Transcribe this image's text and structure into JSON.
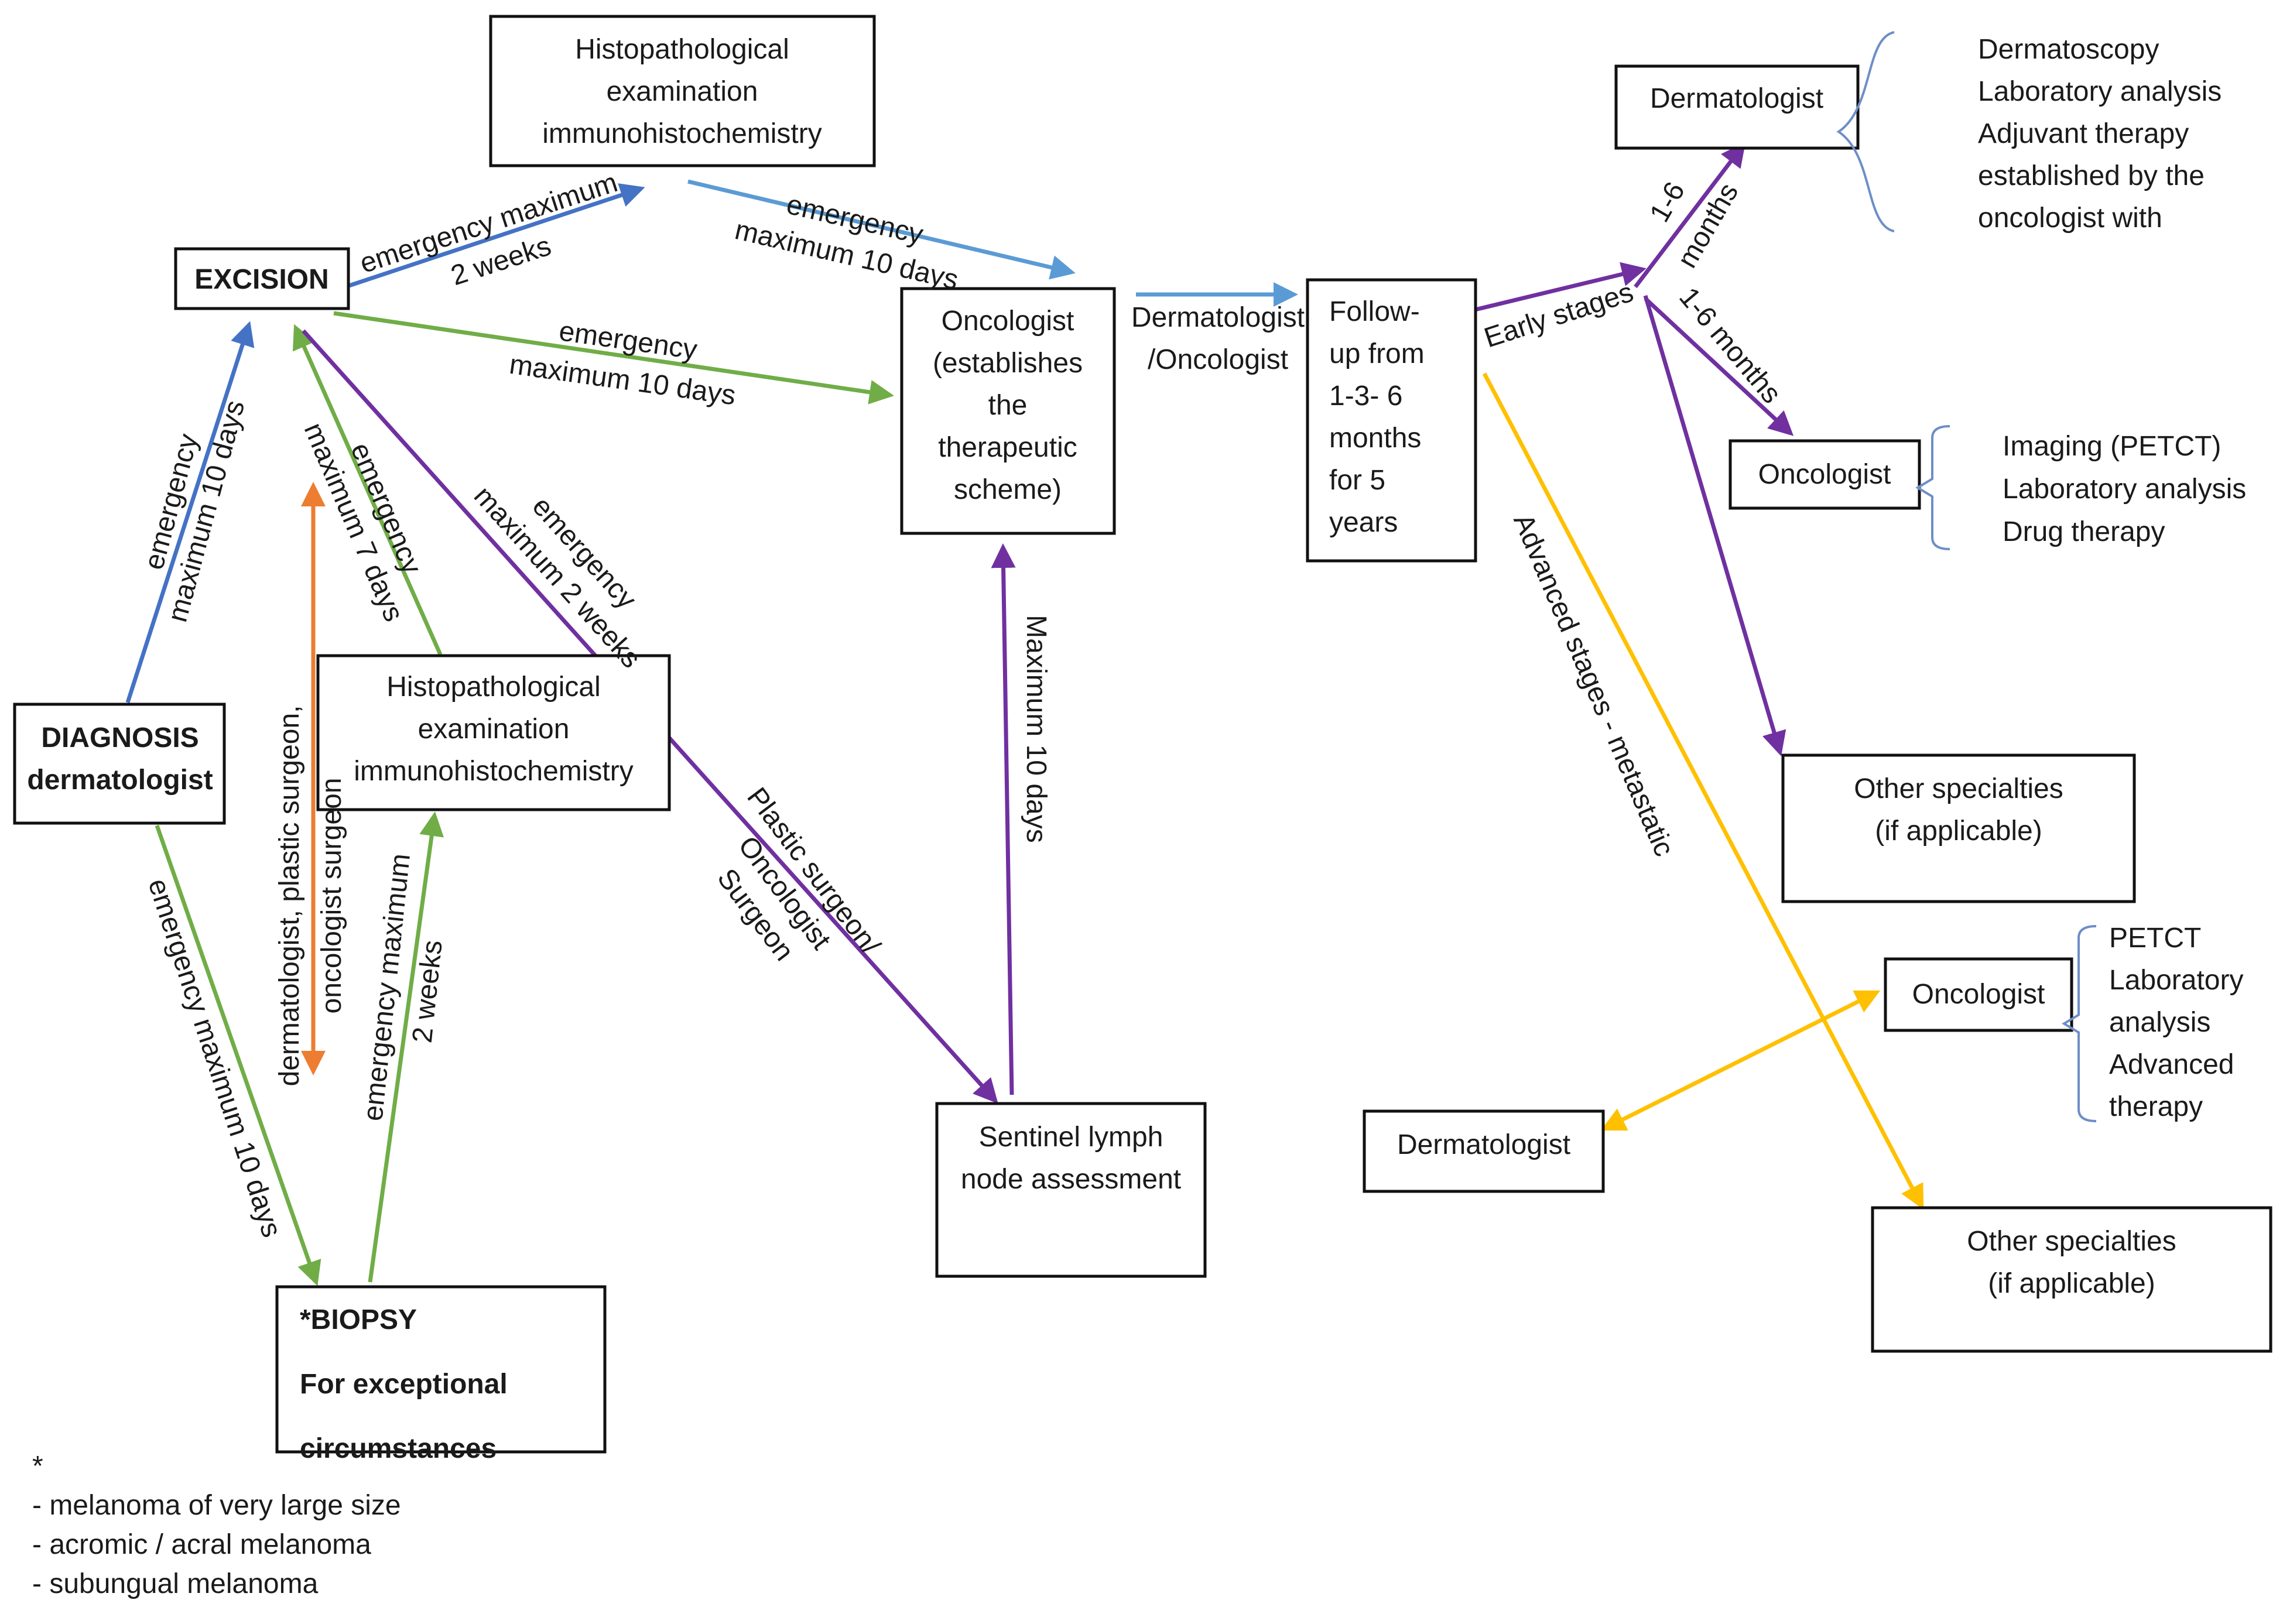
{
  "colors": {
    "dark_blue": "#4472C4",
    "light_blue": "#5B9BD5",
    "green": "#70AD47",
    "purple": "#7030A0",
    "orange": "#ED7D31",
    "yellow": "#FFC000",
    "bracket": "#6E8EC7"
  },
  "boxes": {
    "histo_top": [
      "Histopathological",
      "examination",
      "immunohistochemistry"
    ],
    "excision": [
      "EXCISION"
    ],
    "oncologist_scheme": [
      "Oncologist",
      "(establishes",
      "the",
      "therapeutic",
      "scheme)"
    ],
    "followup": [
      "Follow-",
      "up from",
      "1-3- 6",
      "months",
      "for 5",
      "years"
    ],
    "derm_top": [
      "Dermatologist"
    ],
    "onc_mid": [
      "Oncologist"
    ],
    "other_top": [
      "Other specialties",
      "(if applicable)"
    ],
    "onc_bottom": [
      "Oncologist"
    ],
    "derm_bottom": [
      "Dermatologist"
    ],
    "other_bottom": [
      "Other specialties",
      "(if applicable)"
    ],
    "diagnosis": [
      "DIAGNOSIS",
      "dermatologist"
    ],
    "histo_mid": [
      "Histopathological",
      "examination",
      "immunohistochemistry"
    ],
    "sentinel": [
      "Sentinel lymph",
      "node assessment"
    ],
    "biopsy": [
      "*BIOPSY",
      "For exceptional",
      "circumstances"
    ]
  },
  "side_lists": {
    "derm_top": [
      "Dermatoscopy",
      "Laboratory analysis",
      "Adjuvant therapy",
      "established by the",
      "oncologist with"
    ],
    "onc_mid": [
      "Imaging (PETCT)",
      "Laboratory analysis",
      "Drug therapy"
    ],
    "onc_bottom": [
      "PETCT",
      "Laboratory",
      "analysis",
      "Advanced",
      "therapy"
    ]
  },
  "arrow_labels": {
    "exc_histo": [
      "emergency maximum",
      "2 weeks"
    ],
    "histo_onc": [
      "emergency",
      "maximum 10 days"
    ],
    "exc_onc": [
      "emergency",
      "maximum 10 days"
    ],
    "diag_exc": [
      "emergency",
      "maximum 10 days"
    ],
    "histo_exc": [
      "emergency",
      "maximum 7 days"
    ],
    "exc_sent": [
      "emergency",
      "maximum 2 weeks"
    ],
    "sent_plastic": [
      "Plastic surgeon/",
      "Oncologist",
      "Surgeon"
    ],
    "sent_onc": [
      "Maximum 10 days"
    ],
    "onc_follow": [
      "Dermatologist",
      "/Oncologist"
    ],
    "early": [
      "Early stages"
    ],
    "derm_months": [
      "1-6",
      "months"
    ],
    "onc_months": [
      "1-6 months"
    ],
    "advanced": [
      "Advanced stages - metastatic"
    ],
    "orange": [
      "dermatologist, plastic surgeon,",
      "oncologist surgeon"
    ],
    "biopsy_histo": [
      "emergency maximum",
      "2 weeks"
    ],
    "diag_biopsy": [
      "emergency maximum 10 days"
    ]
  },
  "footnote": [
    "*",
    "- melanoma of very large size",
    "- acromic / acral melanoma",
    "- subungual melanoma"
  ]
}
